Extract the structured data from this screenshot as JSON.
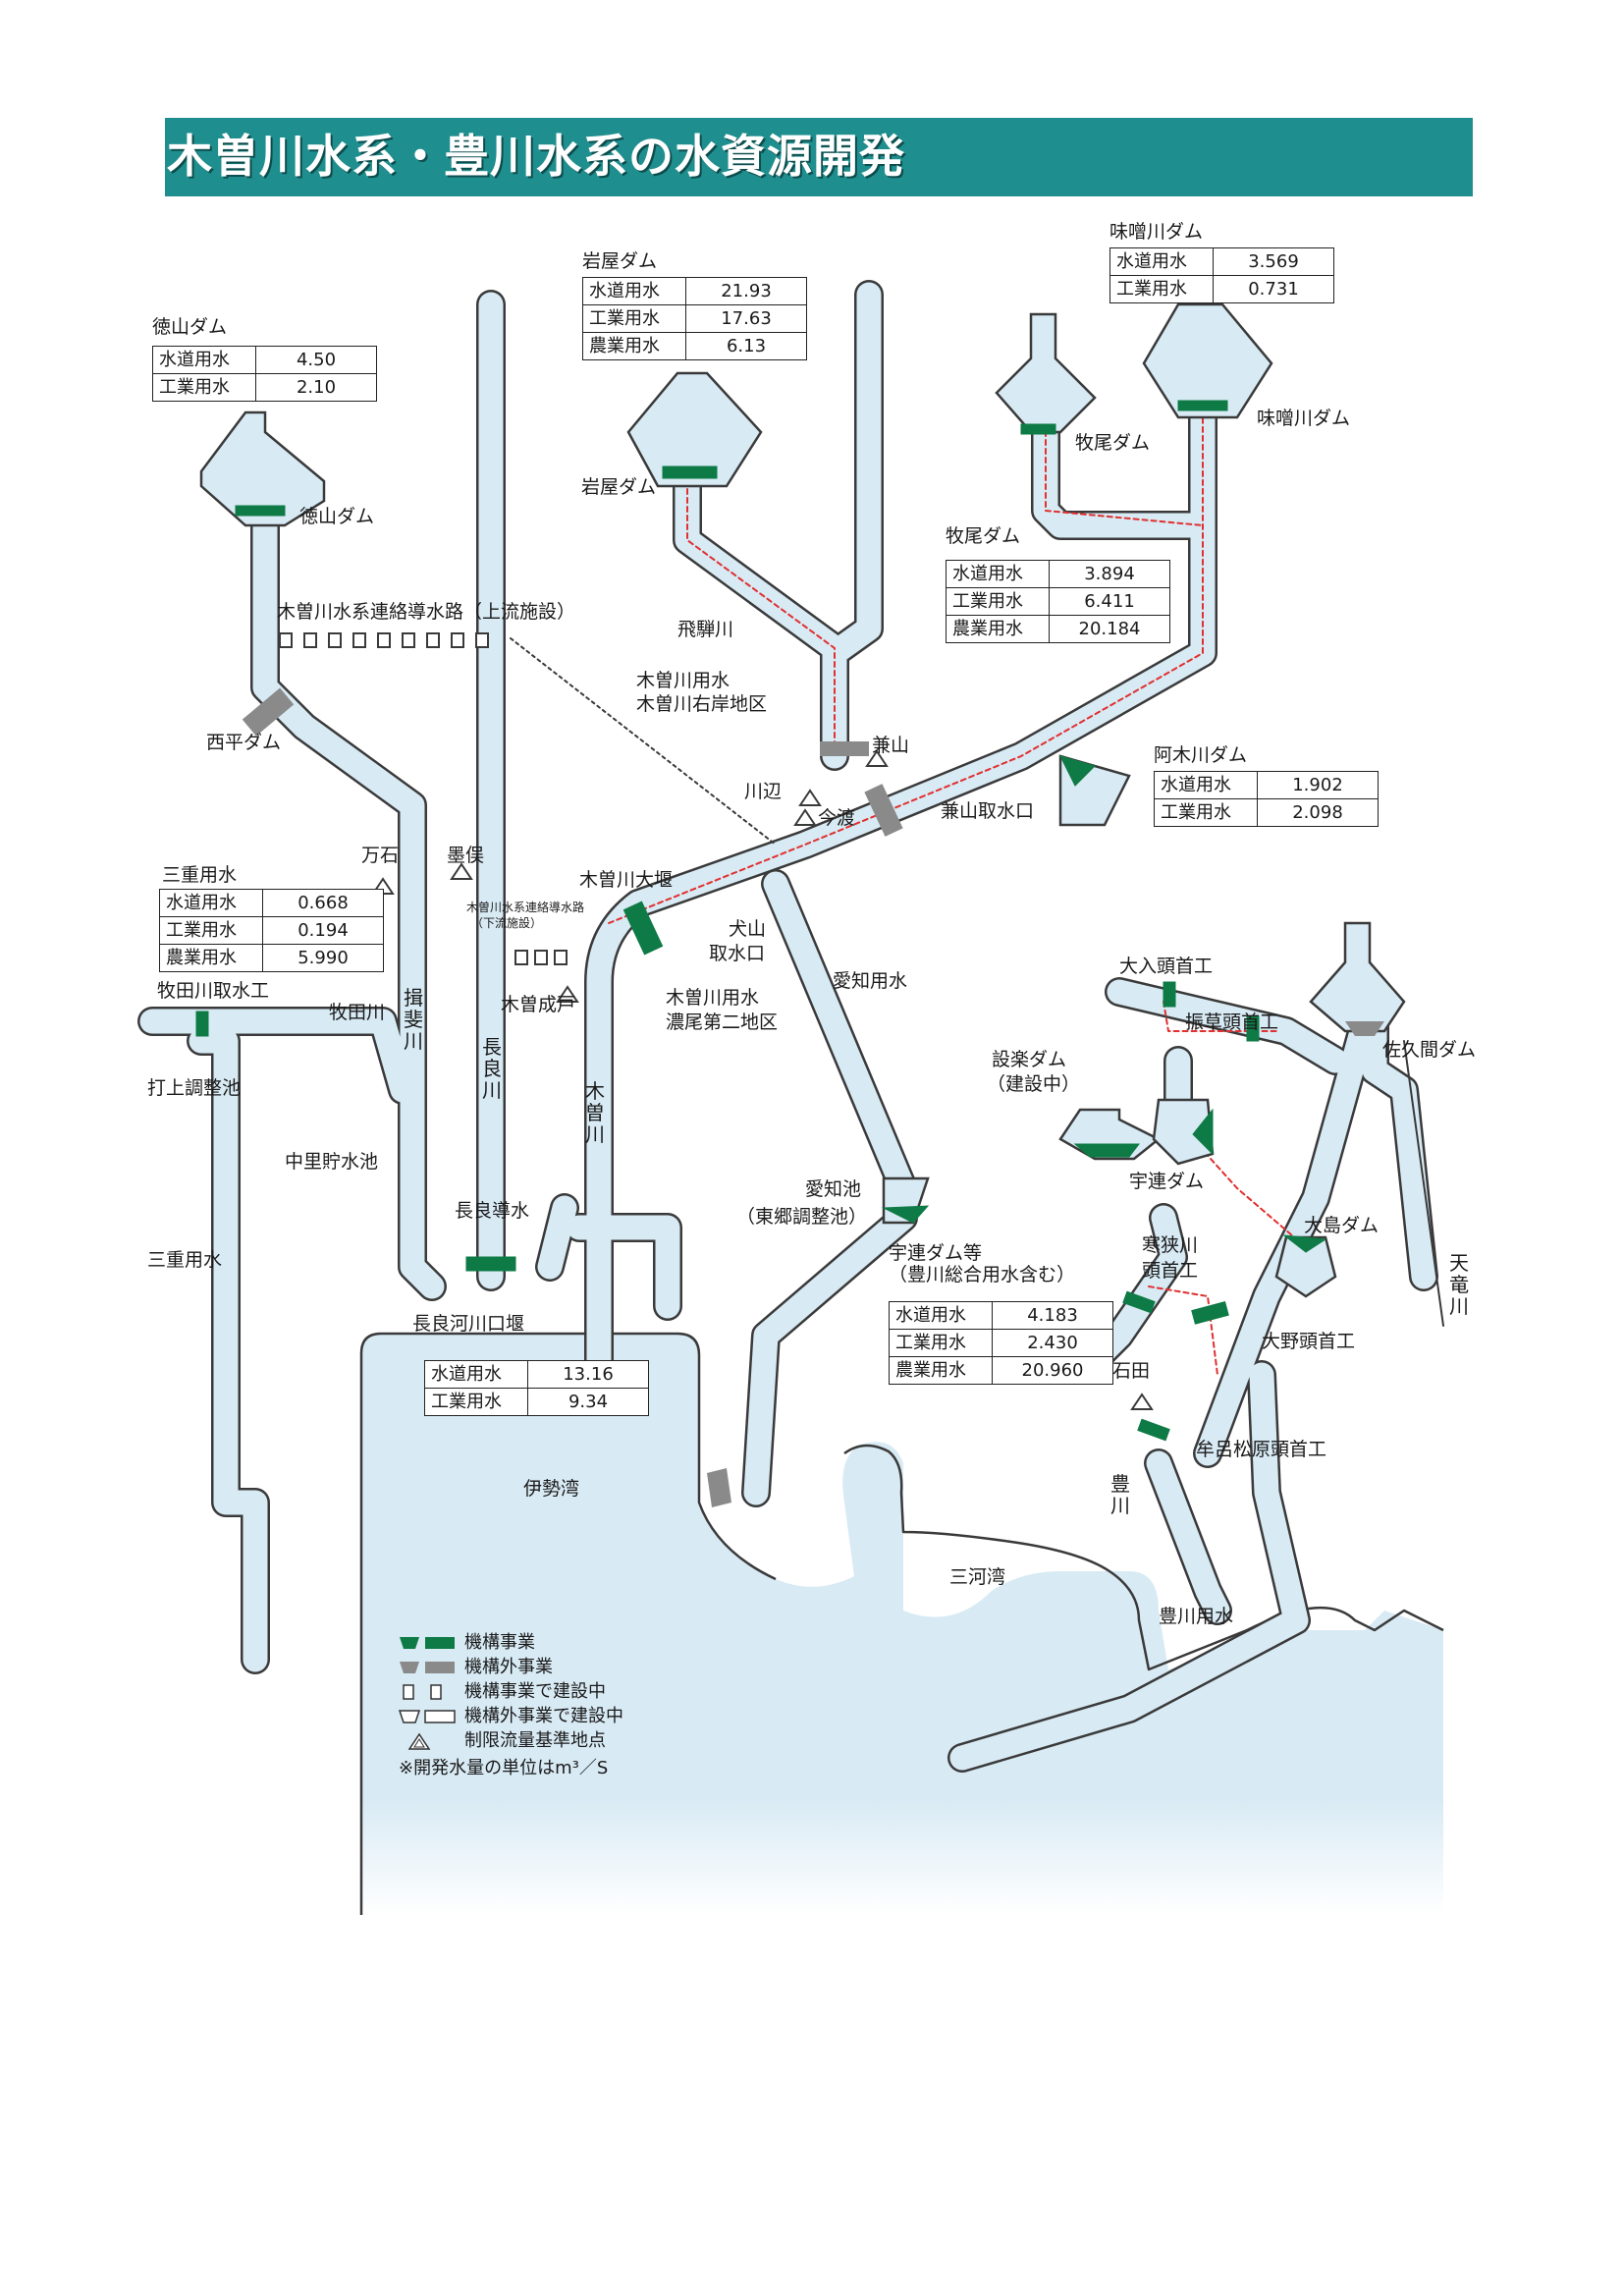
{
  "title": "木曽川水系・豊川水系の水資源開発",
  "colors": {
    "title_bg": "#1f8e8e",
    "water": "#d8eaf4",
    "outline": "#3a3a3a",
    "jwa_project": "#0e7a45",
    "non_jwa_project": "#8a8a8a",
    "canal_dash": "#e03030"
  },
  "tables": {
    "tokuyama": {
      "name": "徳山ダム",
      "rows": [
        {
          "use": "水道用水",
          "val": "4.50"
        },
        {
          "use": "工業用水",
          "val": "2.10"
        }
      ]
    },
    "iwaya": {
      "name": "岩屋ダム",
      "rows": [
        {
          "use": "水道用水",
          "val": "21.93"
        },
        {
          "use": "工業用水",
          "val": "17.63"
        },
        {
          "use": "農業用水",
          "val": "6.13"
        }
      ]
    },
    "misogawa": {
      "name": "味噌川ダム",
      "rows": [
        {
          "use": "水道用水",
          "val": "3.569"
        },
        {
          "use": "工業用水",
          "val": "0.731"
        }
      ]
    },
    "makio": {
      "name": "牧尾ダム",
      "rows": [
        {
          "use": "水道用水",
          "val": "3.894"
        },
        {
          "use": "工業用水",
          "val": "6.411"
        },
        {
          "use": "農業用水",
          "val": "20.184"
        }
      ]
    },
    "agigawa": {
      "name": "阿木川ダム",
      "rows": [
        {
          "use": "水道用水",
          "val": "1.902"
        },
        {
          "use": "工業用水",
          "val": "2.098"
        }
      ]
    },
    "mie": {
      "name": "三重用水",
      "rows": [
        {
          "use": "水道用水",
          "val": "0.668"
        },
        {
          "use": "工業用水",
          "val": "0.194"
        },
        {
          "use": "農業用水",
          "val": "5.990"
        }
      ]
    },
    "nagara": {
      "rows": [
        {
          "use": "水道用水",
          "val": "13.16"
        },
        {
          "use": "工業用水",
          "val": "9.34"
        }
      ]
    },
    "ure": {
      "name": "宇連ダム等\n（豊川総合用水含む）",
      "rows": [
        {
          "use": "水道用水",
          "val": "4.183"
        },
        {
          "use": "工業用水",
          "val": "2.430"
        },
        {
          "use": "農業用水",
          "val": "20.960"
        }
      ]
    }
  },
  "labels": {
    "tokuyama_dam": "徳山ダム",
    "iwaya_dam": "岩屋ダム",
    "makio_dam": "牧尾ダム",
    "misogawa_dam": "味噌川ダム",
    "renraku_upper": "木曽川水系連絡導水路（上流施設）",
    "renraku_lower_1": "木曽川水系連絡導水路",
    "renraku_lower_2": "（下流施設）",
    "hida_river": "飛騨川",
    "kisogawa_yosui_1": "木曽川用水",
    "kisogawa_yosui_2": "木曽川右岸地区",
    "kanayama": "兼山",
    "kawabe": "川辺",
    "imawatari": "今渡",
    "kanayama_intake": "兼山取水口",
    "saihira_dam": "西平ダム",
    "mangoku": "万石",
    "sunomata": "墨俣",
    "kiso_oozeki": "木曽川大堰",
    "inuyama_1": "犬山",
    "inuyama_2": "取水口",
    "aichi_yosui": "愛知用水",
    "kiso_nariko": "木曽成戸",
    "noubi_1": "木曽川用水",
    "noubi_2": "濃尾第二地区",
    "makita_intake": "牧田川取水工",
    "makita_river": "牧田川",
    "ibi_river": "揖斐川",
    "nagara_river": "長良川",
    "kiso_river": "木曽川",
    "uchiage": "打上調整池",
    "nakazato": "中里貯水池",
    "mie_yosui": "三重用水",
    "nagara_dousui": "長良導水",
    "nagara_kakou": "長良河川口堰",
    "ise_bay": "伊勢湾",
    "aichi_ike_1": "愛知池",
    "aichi_ike_2": "（東郷調整池）",
    "ooiri": "大入頭首工",
    "furikusa": "振草頭首工",
    "sakuma": "佐久間ダム",
    "shitara_1": "設楽ダム",
    "shitara_2": "（建設中）",
    "ure_dam": "宇連ダム",
    "oshima_dam": "大島ダム",
    "kansa_1": "寒狭川",
    "kansa_2": "頭首工",
    "tenryu": "天竜川",
    "ono": "大野頭首工",
    "ishida": "石田",
    "muro": "牟呂松原頭首工",
    "toyokawa_river": "豊川",
    "mikawa_bay": "三河湾",
    "toyokawa_yosui": "豊川用水"
  },
  "legend": [
    {
      "icon": "jwa-project",
      "label": "機構事業"
    },
    {
      "icon": "non-jwa-project",
      "label": "機構外事業"
    },
    {
      "icon": "jwa-under-construction",
      "label": "機構事業で建設中"
    },
    {
      "icon": "non-jwa-under-construction",
      "label": "機構外事業で建設中"
    },
    {
      "icon": "flow-reference-point",
      "label": "制限流量基準地点"
    }
  ],
  "note": "※開発水量の単位はm³／S"
}
